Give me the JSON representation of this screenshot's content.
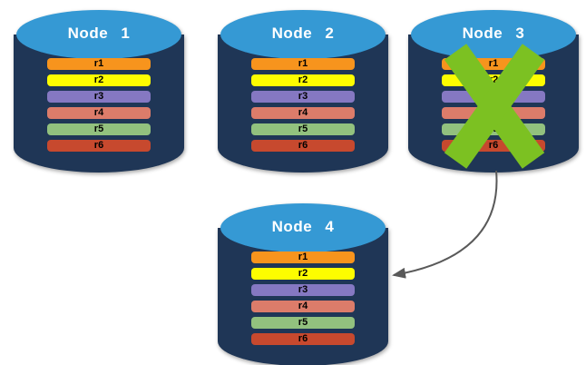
{
  "diagram": {
    "nodes": [
      {
        "label": "Node 1",
        "failed": false,
        "rows": [
          {
            "label": "r1",
            "color": "#F7941D"
          },
          {
            "label": "r2",
            "color": "#FDFD00"
          },
          {
            "label": "r3",
            "color": "#8578C2"
          },
          {
            "label": "r4",
            "color": "#DC7C6A"
          },
          {
            "label": "r5",
            "color": "#92C17E"
          },
          {
            "label": "r6",
            "color": "#C7492E"
          }
        ]
      },
      {
        "label": "Node 2",
        "failed": false,
        "rows": [
          {
            "label": "r1",
            "color": "#F7941D"
          },
          {
            "label": "r2",
            "color": "#FDFD00"
          },
          {
            "label": "r3",
            "color": "#8578C2"
          },
          {
            "label": "r4",
            "color": "#DC7C6A"
          },
          {
            "label": "r5",
            "color": "#92C17E"
          },
          {
            "label": "r6",
            "color": "#C7492E"
          }
        ]
      },
      {
        "label": "Node 3",
        "failed": true,
        "rows": [
          {
            "label": "r1",
            "color": "#F7941D"
          },
          {
            "label": "r2",
            "color": "#FDFD00"
          },
          {
            "label": "r3",
            "color": "#8578C2"
          },
          {
            "label": "r4",
            "color": "#DC7C6A"
          },
          {
            "label": "r5",
            "color": "#92C17E"
          },
          {
            "label": "r6",
            "color": "#C7492E"
          }
        ]
      },
      {
        "label": "Node 4",
        "failed": false,
        "rows": [
          {
            "label": "r1",
            "color": "#F7941D"
          },
          {
            "label": "r2",
            "color": "#FDFD00"
          },
          {
            "label": "r3",
            "color": "#8578C2"
          },
          {
            "label": "r4",
            "color": "#DC7C6A"
          },
          {
            "label": "r5",
            "color": "#92C17E"
          },
          {
            "label": "r6",
            "color": "#C7492E"
          }
        ]
      }
    ],
    "failed_node_label": "Node 3",
    "arrow_target_label": "Node 4"
  },
  "colors": {
    "cylinder_body": "#1F3656",
    "cylinder_top": "#3599D4",
    "title_text": "#FFFFFF",
    "row_text": "#000000",
    "failure_x": "#7CC122",
    "arrow": "#595959",
    "background": "#FFFFFF"
  },
  "icons": {
    "failure_x": "x-mark-icon",
    "arrow": "curved-arrow-icon"
  }
}
